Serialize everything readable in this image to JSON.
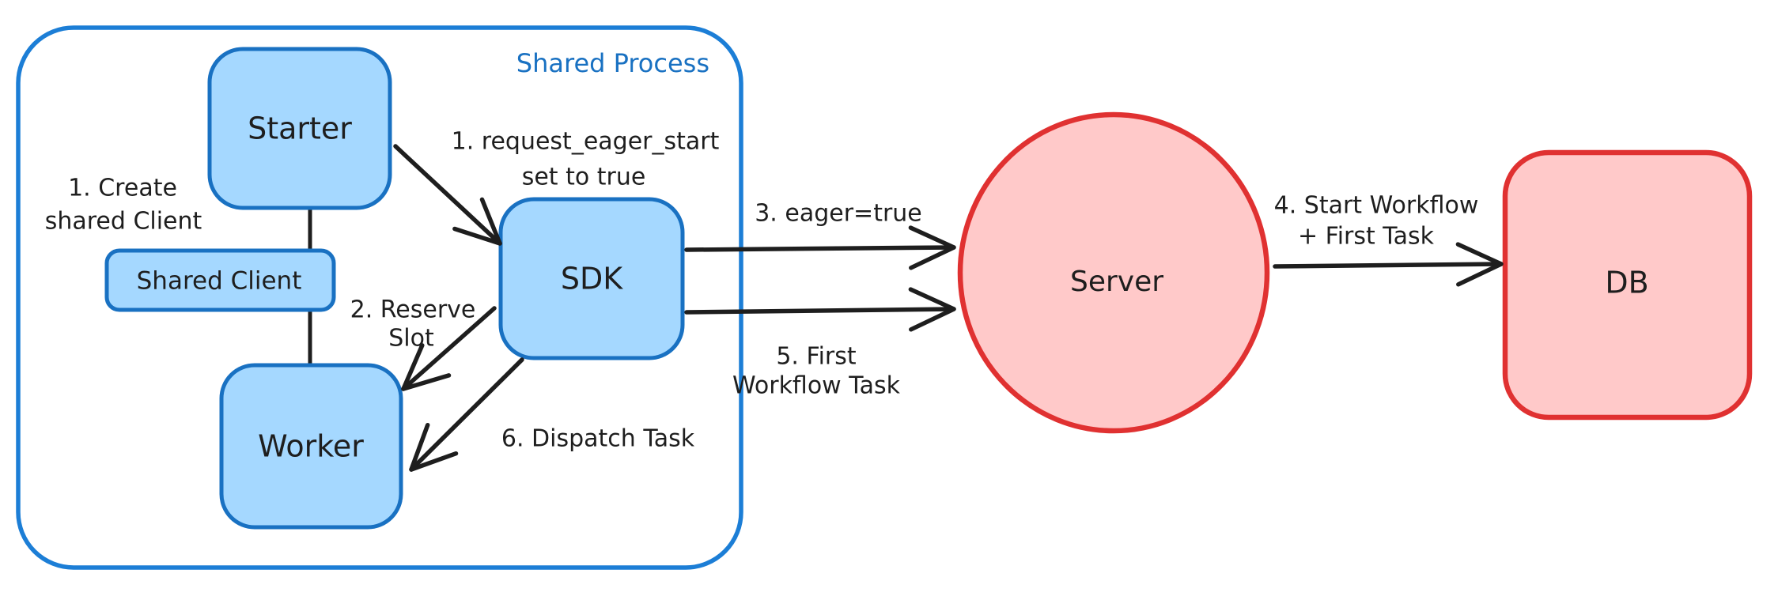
{
  "diagram": {
    "title": "Shared Process",
    "colors": {
      "background": "#ffffff",
      "blue_fill": "#a5d8ff",
      "blue_border": "#1971c2",
      "frame_border": "#1c7ed6",
      "red_fill": "#ffc9c9",
      "red_border": "#e03131",
      "ink": "#1e1e1e",
      "title_blue": "#1971c2"
    },
    "nodes": {
      "starter": {
        "label": "Starter"
      },
      "shared_client": {
        "label": "Shared Client"
      },
      "worker": {
        "label": "Worker"
      },
      "sdk": {
        "label": "SDK"
      },
      "server": {
        "label": "Server"
      },
      "db": {
        "label": "DB"
      }
    },
    "annotations": {
      "create_shared_client": {
        "line1": "1. Create",
        "line2": "shared Client"
      },
      "request_eager_start": {
        "line1": "1. request_eager_start",
        "line2": "set to true"
      },
      "reserve_slot": {
        "line1": "2. Reserve",
        "line2": "Slot"
      },
      "eager_true": {
        "line1": "3. eager=true"
      },
      "start_workflow": {
        "line1": "4. Start Workflow",
        "line2": "+ First Task"
      },
      "first_workflow_task": {
        "line1": "5. First",
        "line2": "Workflow Task"
      },
      "dispatch_task": {
        "line1": "6. Dispatch Task"
      }
    }
  }
}
